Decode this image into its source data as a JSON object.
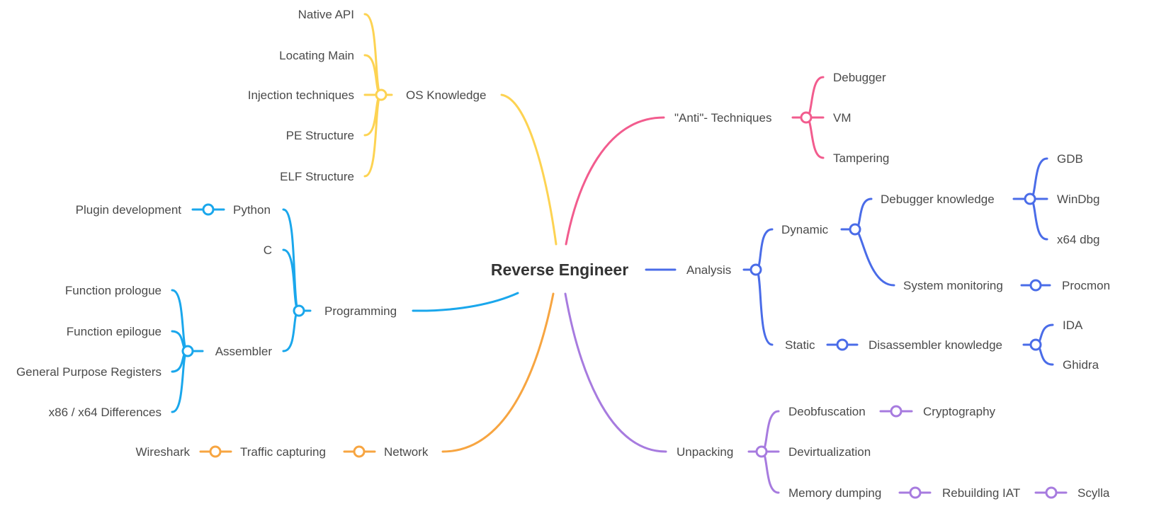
{
  "title": "Reverse Engineer",
  "colors": {
    "os": "#FDD352",
    "anti": "#F25C8E",
    "programming": "#1AA7EC",
    "analysis": "#4A6CE8",
    "network": "#F7A541",
    "unpacking": "#A77BDF"
  },
  "nodes": {
    "root": "Reverse Engineer",
    "os_knowledge": "OS Knowledge",
    "native_api": "Native API",
    "locating_main": "Locating Main",
    "injection": "Injection techniques",
    "pe_structure": "PE Structure",
    "elf_structure": "ELF Structure",
    "anti": "\"Anti\"- Techniques",
    "debugger": "Debugger",
    "vm": "VM",
    "tampering": "Tampering",
    "programming": "Programming",
    "python": "Python",
    "plugin_dev": "Plugin development",
    "c": "C",
    "assembler": "Assembler",
    "func_prologue": "Function prologue",
    "func_epilogue": "Function epilogue",
    "gp_registers": "General Purpose Registers",
    "x86_x64": "x86 / x64 Differences",
    "analysis": "Analysis",
    "dynamic": "Dynamic",
    "debugger_knowledge": "Debugger knowledge",
    "gdb": "GDB",
    "windbg": "WinDbg",
    "x64dbg": "x64 dbg",
    "system_monitoring": "System monitoring",
    "procmon": "Procmon",
    "static": "Static",
    "disassembler_knowledge": "Disassembler knowledge",
    "ida": "IDA",
    "ghidra": "Ghidra",
    "network": "Network",
    "traffic_capturing": "Traffic capturing",
    "wireshark": "Wireshark",
    "unpacking": "Unpacking",
    "deobfuscation": "Deobfuscation",
    "cryptography": "Cryptography",
    "devirtualization": "Devirtualization",
    "memory_dumping": "Memory dumping",
    "rebuilding_iat": "Rebuilding IAT",
    "scylla": "Scylla"
  }
}
